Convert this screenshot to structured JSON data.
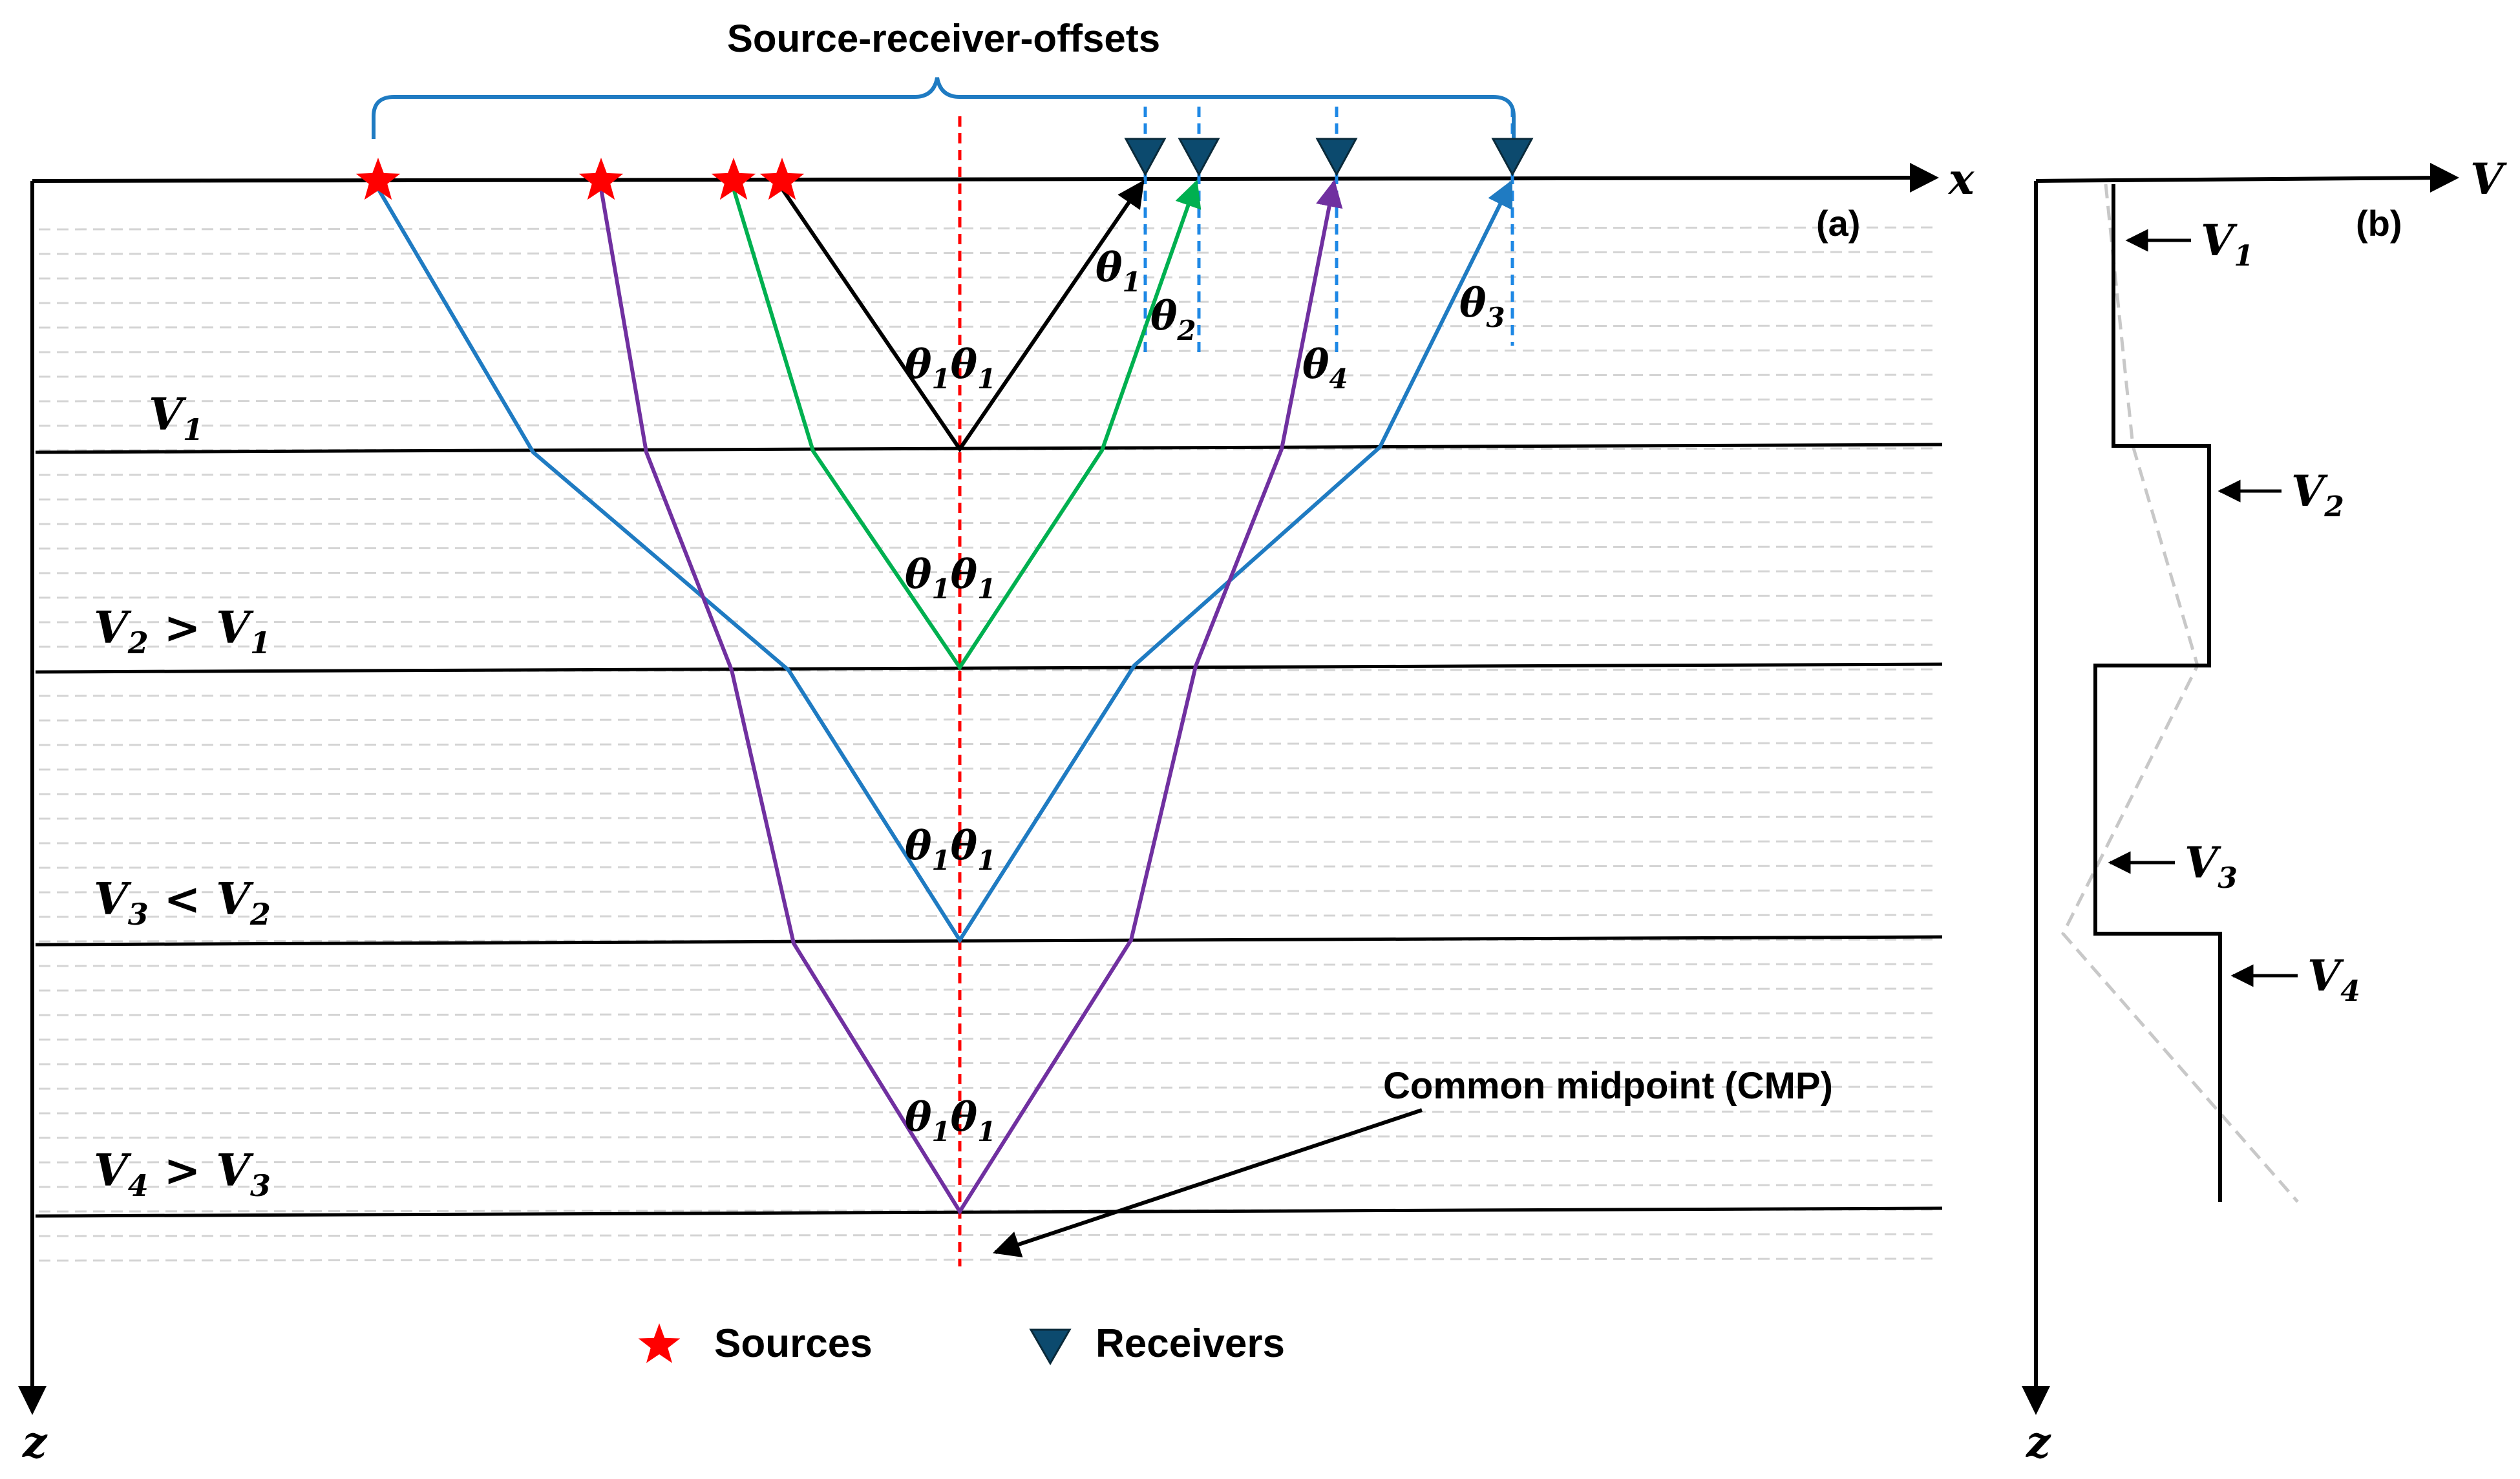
{
  "title": "Source-receiver-offsets",
  "panel_a": {
    "label": "(a)",
    "x_axis": "x",
    "z_axis": "z",
    "layers": [
      {
        "base": "V",
        "sub": "1",
        "suffix": ""
      },
      {
        "base": "V",
        "sub": "2",
        "suffix": " > V",
        "suffix_sub": "1"
      },
      {
        "base": "V",
        "sub": "3",
        "suffix": " < V",
        "suffix_sub": "2"
      },
      {
        "base": "V",
        "sub": "4",
        "suffix": " > V",
        "suffix_sub": "3"
      }
    ],
    "angles": {
      "theta1_right": {
        "sym": "θ",
        "sub": "1"
      },
      "theta2": {
        "sym": "θ",
        "sub": "2"
      },
      "theta3": {
        "sym": "θ",
        "sub": "3"
      },
      "theta4": {
        "sym": "θ",
        "sub": "4"
      },
      "pair": {
        "sym": "θ",
        "sub": "1"
      }
    },
    "cmp_label": "Common midpoint (CMP)",
    "legend": {
      "sources": "Sources",
      "receivers": "Receivers"
    },
    "colors": {
      "source": "#ff0000",
      "receiver": "#0c4a6e",
      "cmp_line": "#ff0000",
      "receiver_line": "#1e88e5",
      "ray_black": "#000000",
      "ray_green": "#00b050",
      "ray_purple": "#7030a0",
      "ray_blue": "#1f7bc2",
      "brace": "#1f7bc2",
      "grid": "#d0d0d0"
    }
  },
  "panel_b": {
    "label": "(b)",
    "v_axis": "V",
    "z_axis": "z",
    "velocities": [
      {
        "base": "V",
        "sub": "1"
      },
      {
        "base": "V",
        "sub": "2"
      },
      {
        "base": "V",
        "sub": "3"
      },
      {
        "base": "V",
        "sub": "4"
      }
    ]
  }
}
